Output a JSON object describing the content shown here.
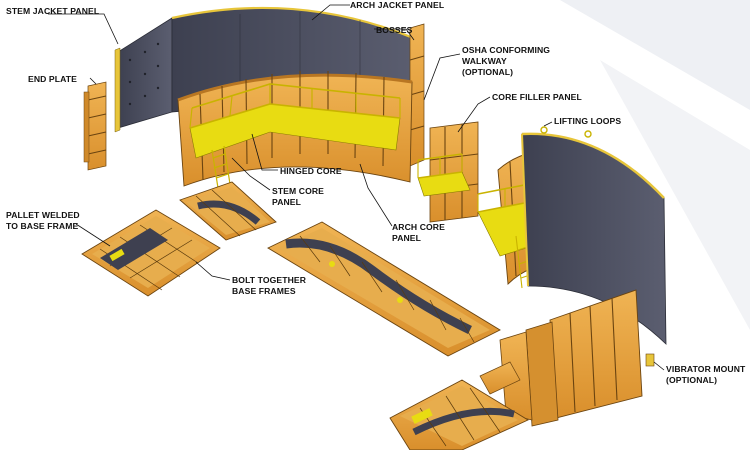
{
  "diagram": {
    "labels": {
      "stem_jacket_panel": "STEM JACKET PANEL",
      "arch_jacket_panel": "ARCH JACKET PANEL",
      "bosses": "BOSSES",
      "osha_line1": "OSHA CONFORMING",
      "osha_line2": "WALKWAY",
      "osha_line3": "(OPTIONAL)",
      "end_plate": "END PLATE",
      "core_filler_panel": "CORE FILLER PANEL",
      "lifting_loops": "LIFTING LOOPS",
      "hinged_core": "HINGED CORE",
      "stem_core_line1": "STEM CORE",
      "stem_core_line2": "PANEL",
      "pallet_line1": "PALLET WELDED",
      "pallet_line2": "TO BASE FRAME",
      "arch_core_line1": "ARCH CORE",
      "arch_core_line2": "PANEL",
      "bolt_line1": "BOLT TOGETHER",
      "bolt_line2": "BASE FRAMES",
      "vibrator_line1": "VIBRATOR MOUNT",
      "vibrator_line2": "(OPTIONAL)"
    },
    "colors": {
      "timber": "#e8a53f",
      "timber_dark": "#b87622",
      "steel_plate": "#4a4d5e",
      "steel_edge": "#e7c53a",
      "walkway": "#e8dc12",
      "deck_dark": "#3e4050"
    }
  }
}
